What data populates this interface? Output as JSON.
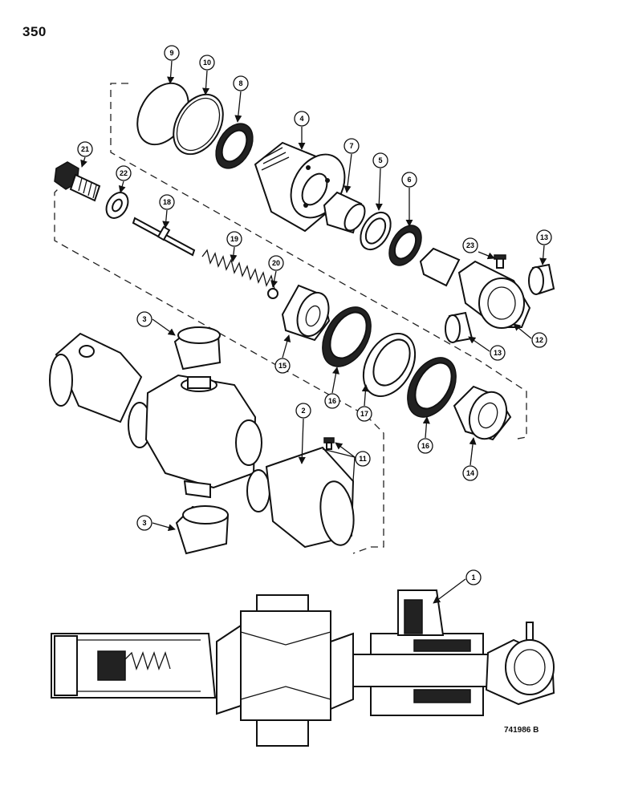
{
  "page": {
    "number": "350",
    "drawing_ref": "741986 B"
  },
  "callouts": [
    "1",
    "2",
    "3",
    "3",
    "4",
    "5",
    "6",
    "7",
    "8",
    "9",
    "10",
    "11",
    "12",
    "13",
    "13",
    "14",
    "15",
    "16",
    "16",
    "17",
    "18",
    "19",
    "20",
    "21",
    "22",
    "23"
  ]
}
